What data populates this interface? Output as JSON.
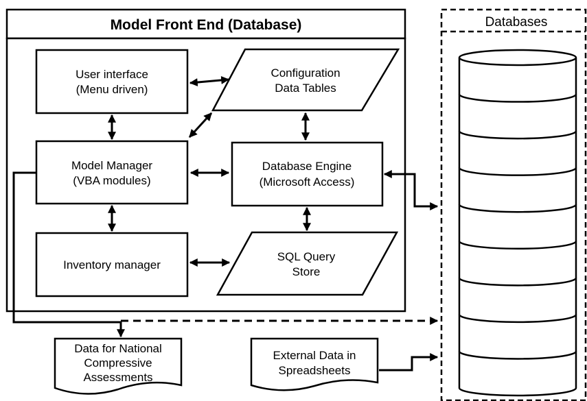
{
  "front_end": {
    "title": "Model Front End (Database)"
  },
  "databases": {
    "title": "Databases",
    "cylinder_segments": 9
  },
  "nodes": {
    "user_interface": {
      "line1": "User interface",
      "line2": "(Menu driven)"
    },
    "config_tables": {
      "line1": "Configuration",
      "line2": "Data Tables"
    },
    "model_manager": {
      "line1": "Model Manager",
      "line2": "(VBA modules)"
    },
    "database_engine": {
      "line1": "Database Engine",
      "line2": "(Microsoft Access)"
    },
    "inventory_manager": {
      "line1": "Inventory manager"
    },
    "sql_store": {
      "line1": "SQL Query",
      "line2": "Store"
    },
    "national_data": {
      "line1": "Data for National",
      "line2": "Compressive",
      "line3": "Assessments"
    },
    "external_data": {
      "line1": "External Data in",
      "line2": "Spreadsheets"
    }
  }
}
